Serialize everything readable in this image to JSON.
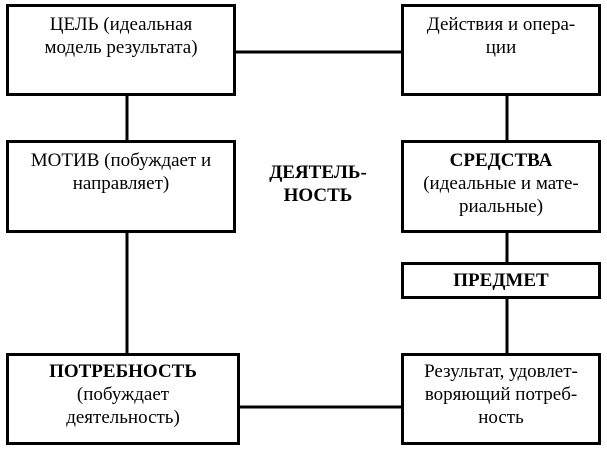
{
  "diagram": {
    "goal": {
      "line1": "ЦЕЛЬ (идеальная",
      "line2": "модель результата)"
    },
    "actions": {
      "line1": "Действия и опера-",
      "line2": "ции"
    },
    "motive": {
      "line1": "МОТИВ (побуждает и",
      "line2": "направляет)"
    },
    "activity": {
      "line1": "ДЕЯТЕЛЬ-",
      "line2": "НОСТЬ"
    },
    "means": {
      "line1": "СРЕДСТВА",
      "line2": "(идеальные и мате-",
      "line3": "риальные)"
    },
    "subject": {
      "line1": "ПРЕДМЕТ"
    },
    "need": {
      "line1": "ПОТРЕБНОСТЬ",
      "line2": "(побуждает",
      "line3": "деятельность)"
    },
    "result": {
      "line1": "Результат, удовлет-",
      "line2": "воряющий потреб-",
      "line3": "ность"
    }
  }
}
